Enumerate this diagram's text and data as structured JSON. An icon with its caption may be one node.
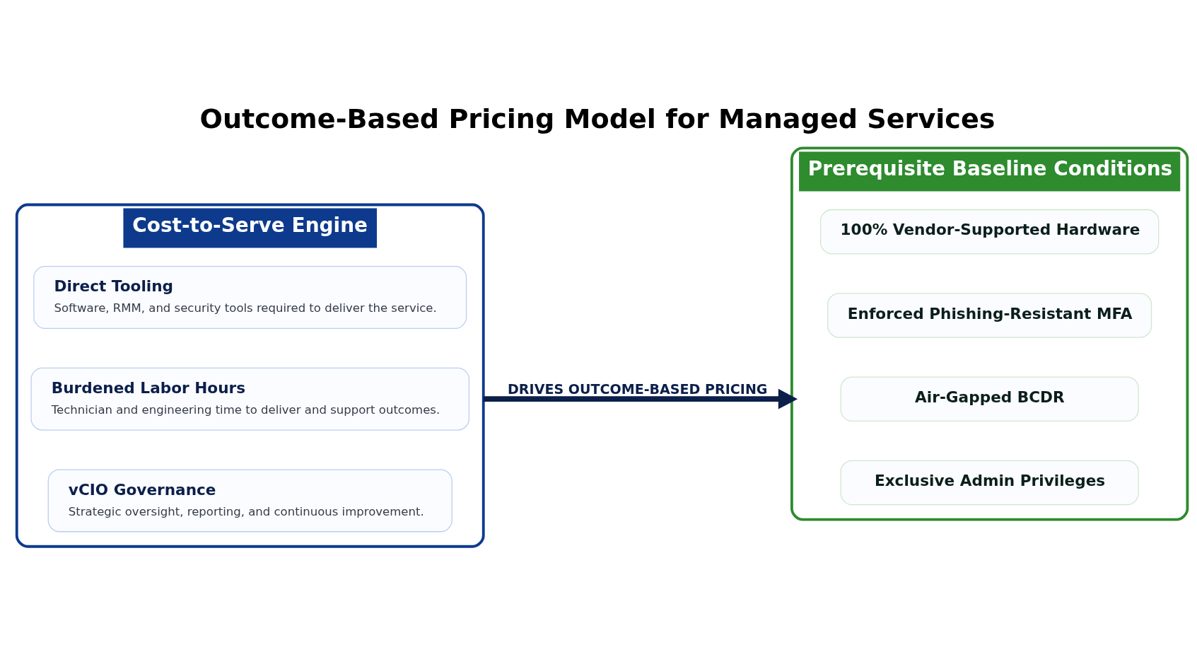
{
  "diagram": {
    "title": "Outcome-Based Pricing Model for Managed Services",
    "nodes": [
      {
        "text": [
          "Cost-to-Serve Engine"
        ]
      },
      {
        "text": [
          "Direct Tooling",
          "Software, RMM, and security tools required to deliver the service."
        ],
        "in": 0
      },
      {
        "text": [
          "Burdened Labor Hours",
          "Technician and engineering time to deliver and support outcomes."
        ],
        "in": 0
      },
      {
        "text": [
          "vCIO Governance",
          "Strategic oversight, reporting, and continuous improvement."
        ],
        "in": 0
      },
      {
        "text": [
          "Prerequisite Baseline Conditions"
        ]
      },
      {
        "text": [
          "100% Vendor-Supported Hardware"
        ],
        "in": 4
      },
      {
        "text": [
          "Enforced Phishing-Resistant MFA"
        ],
        "in": 4
      },
      {
        "text": [
          "Air-Gapped BCDR"
        ],
        "in": 4
      },
      {
        "text": [
          "Exclusive Admin Privileges"
        ],
        "in": 4
      }
    ],
    "edges": [
      {
        "from": 0,
        "to": 4,
        "arrow": "to",
        "label": "DRIVES OUTCOME-BASED PRICING"
      }
    ]
  }
}
